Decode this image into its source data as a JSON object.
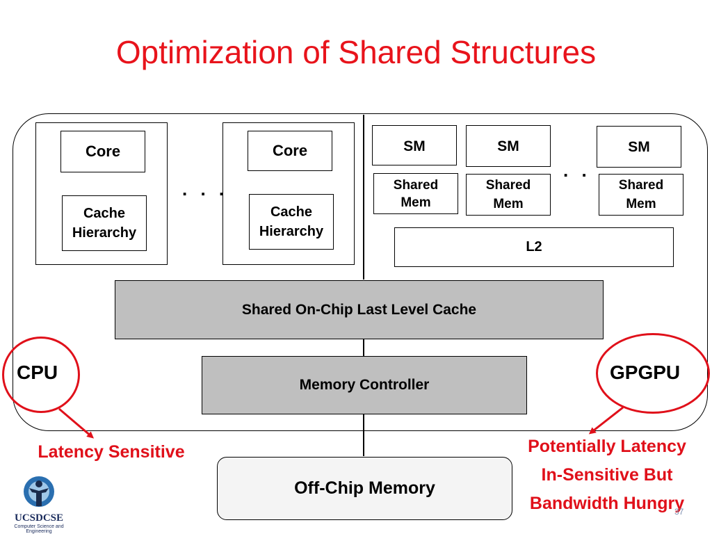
{
  "title": "Optimization of Shared Structures",
  "cpu": {
    "cores": [
      {
        "core": "Core",
        "cache_line1": "Cache",
        "cache_line2": "Hierarchy"
      },
      {
        "core": "Core",
        "cache_line1": "Cache",
        "cache_line2": "Hierarchy"
      }
    ],
    "ellipsis": ". . ."
  },
  "gpu": {
    "sms": [
      {
        "sm": "SM",
        "mem_line1": "Shared",
        "mem_line2": "Mem"
      },
      {
        "sm": "SM",
        "mem_line1": "Shared",
        "mem_line2": "Mem"
      },
      {
        "sm": "SM",
        "mem_line1": "Shared",
        "mem_line2": "Mem"
      }
    ],
    "ellipsis": ". . .",
    "l2": "L2"
  },
  "llc": "Shared On-Chip Last Level Cache",
  "memory_controller": "Memory Controller",
  "off_chip": "Off-Chip Memory",
  "cpu_label": "CPU",
  "gpgpu_label": "GPGPU",
  "cpu_note": "Latency Sensitive",
  "gpgpu_note": [
    "Potentially Latency",
    "In-Sensitive But",
    "Bandwidth Hungry"
  ],
  "logo": {
    "line1": "UCSDCSE",
    "line2": "Computer Science and Engineering"
  },
  "page_number": "37",
  "colors": {
    "accent": "#e0101a",
    "gray_box": "#bfbfbf"
  }
}
